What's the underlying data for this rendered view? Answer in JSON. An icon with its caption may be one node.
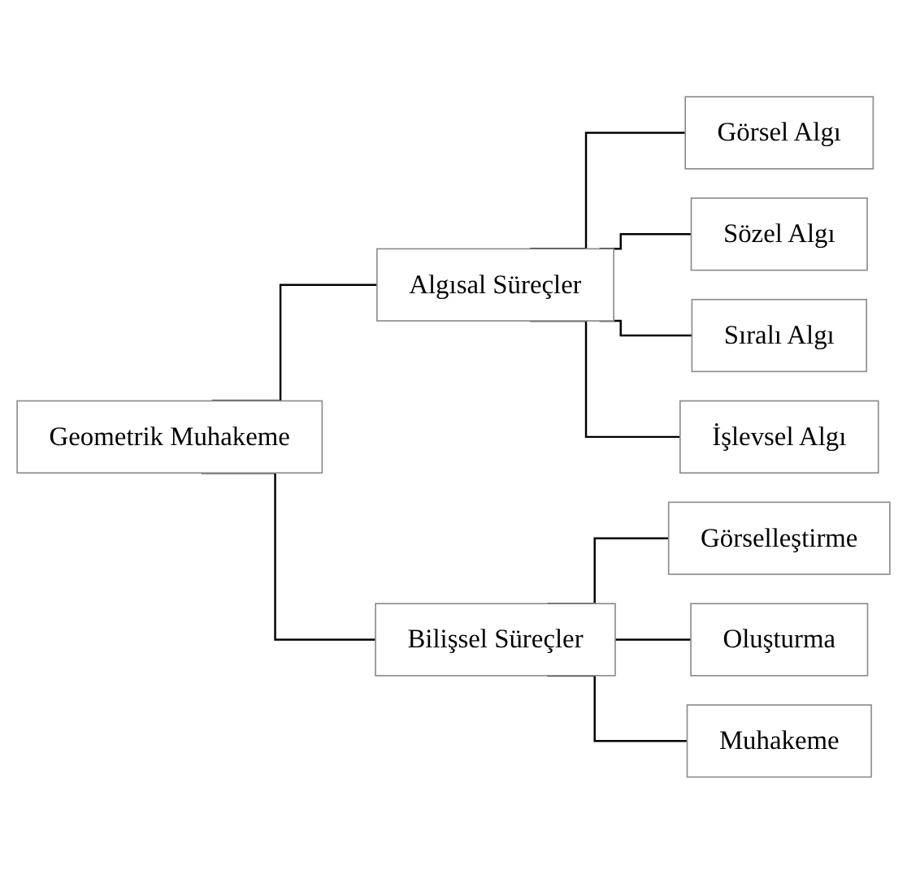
{
  "diagram": {
    "nodes": [
      {
        "text": [
          "Geometrik Muhakeme"
        ]
      },
      {
        "text": [
          "Algısal Süreçler"
        ]
      },
      {
        "text": [
          "Bilişsel Süreçler"
        ]
      },
      {
        "text": [
          "Görsel Algı"
        ]
      },
      {
        "text": [
          "Sözel Algı"
        ]
      },
      {
        "text": [
          "Sıralı Algı"
        ]
      },
      {
        "text": [
          "İşlevsel Algı"
        ]
      },
      {
        "text": [
          "Görselleştirme"
        ]
      },
      {
        "text": [
          "Oluşturma"
        ]
      },
      {
        "text": [
          "Muhakeme"
        ]
      }
    ],
    "edges": [
      {
        "from": 0,
        "to": 1,
        "arrow": "none"
      },
      {
        "from": 0,
        "to": 2,
        "arrow": "none"
      },
      {
        "from": 1,
        "to": 3,
        "arrow": "none"
      },
      {
        "from": 1,
        "to": 4,
        "arrow": "none"
      },
      {
        "from": 1,
        "to": 5,
        "arrow": "none"
      },
      {
        "from": 1,
        "to": 6,
        "arrow": "none"
      },
      {
        "from": 2,
        "to": 7,
        "arrow": "none"
      },
      {
        "from": 2,
        "to": 8,
        "arrow": "none"
      },
      {
        "from": 2,
        "to": 9,
        "arrow": "none"
      }
    ]
  }
}
